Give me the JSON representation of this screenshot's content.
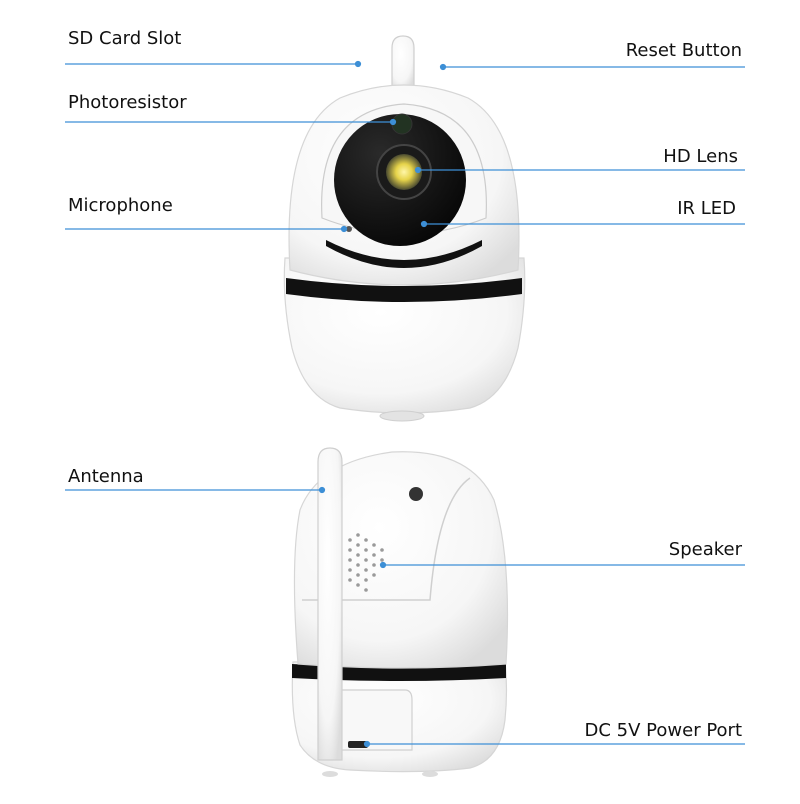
{
  "diagram": {
    "labels": {
      "sd_card_slot": "SD Card Slot",
      "reset_button": "Reset Button",
      "photoresistor": "Photoresistor",
      "hd_lens": "HD Lens",
      "microphone": "Microphone",
      "ir_led": "IR LED",
      "antenna": "Antenna",
      "speaker": "Speaker",
      "dc_power_port": "DC 5V Power Port"
    },
    "colors": {
      "leader_line": "#3d8fd6",
      "camera_body": "#ffffff",
      "camera_outline": "#d6d6d6",
      "lens_housing": "#111111",
      "lens_yellow": "#e6d34a",
      "text": "#111111"
    }
  }
}
